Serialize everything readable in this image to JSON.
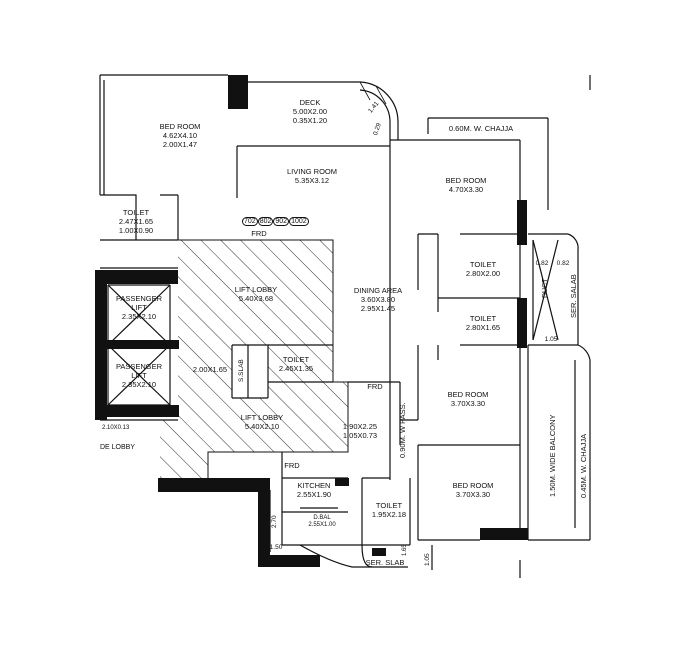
{
  "rooms": {
    "bed_room_1": {
      "name": "BED ROOM",
      "size1": "4.62X4.10",
      "size2": "2.00X1.47"
    },
    "deck": {
      "name": "DECK",
      "size1": "5.00X2.00",
      "size2": "0.35X1.20"
    },
    "living_room": {
      "name": "LIVING ROOM",
      "size1": "5.35X3.12"
    },
    "bed_room_2": {
      "name": "BED ROOM",
      "size1": "4.70X3.30"
    },
    "toilet_1": {
      "name": "TOILET",
      "size1": "2.47X1.65",
      "size2": "1.00X0.90"
    },
    "toilet_2": {
      "name": "TOILET",
      "size1": "2.80X2.00"
    },
    "toilet_3": {
      "name": "TOILET",
      "size1": "2.80X1.65"
    },
    "lift_lobby_1": {
      "name": "LIFT LOBBY",
      "size1": "5.40X3.68"
    },
    "dining_area": {
      "name": "DINING AREA",
      "size1": "3.60X3.80",
      "size2": "2.95X1.45"
    },
    "passenger_lift_1": {
      "name": "PASSENGER",
      "name2": "LIFT",
      "size1": "2.35X2.10"
    },
    "passenger_lift_2": {
      "name": "PASSENGER",
      "name2": "LIFT",
      "size1": "2.35X2.10"
    },
    "toilet_4": {
      "name": "TOILET",
      "size1": "2.45X1.35"
    },
    "corridor": {
      "size1": "2.00X1.65"
    },
    "lift_lobby_2": {
      "name": "LIFT LOBBY",
      "size1": "5.40X2.10"
    },
    "bed_room_3": {
      "name": "BED ROOM",
      "size1": "3.70X3.30"
    },
    "passage": {
      "size1": "1.90X2.25",
      "size2": "1.05X0.73"
    },
    "kitchen": {
      "name": "KITCHEN",
      "size1": "2.55X1.90"
    },
    "bed_room_4": {
      "name": "BED ROOM",
      "size1": "3.70X3.30"
    },
    "d_bal": {
      "name": "D.BAL",
      "size1": "2.55X1.00"
    },
    "toilet_5": {
      "name": "TOILET",
      "size1": "1.95X2.18"
    }
  },
  "annotations": {
    "chajja_top": "0.60M. W. CHAJJA",
    "flat_numbers": [
      "702",
      "802",
      "902",
      "1002"
    ],
    "frd": "FRD",
    "ser_slab": "SER. SLAB",
    "ser_slab_right": "SER. SALAB",
    "sh_slab": "S.SLAB",
    "duct": "DUCT",
    "passage_width": "0.90M. W PASS.",
    "wide_balcony": "1.50M. WIDE BALCONY",
    "chajja_right": "0.45M. W. CHAJJA",
    "de_lobby": "DE LOBBY",
    "lobby_dims": "2.10X0.13"
  },
  "dimensions": {
    "arc_141": "1.41",
    "arc_029": "0.29",
    "d082a": "0.82",
    "d082b": "0.82",
    "d105": "1.05",
    "d150": "1.50",
    "d270": "2.70",
    "d1_05_bottom": "1.05",
    "d165": "1.65"
  },
  "colors": {
    "wall": "#111111",
    "hatch": "#333333",
    "background": "#ffffff"
  }
}
